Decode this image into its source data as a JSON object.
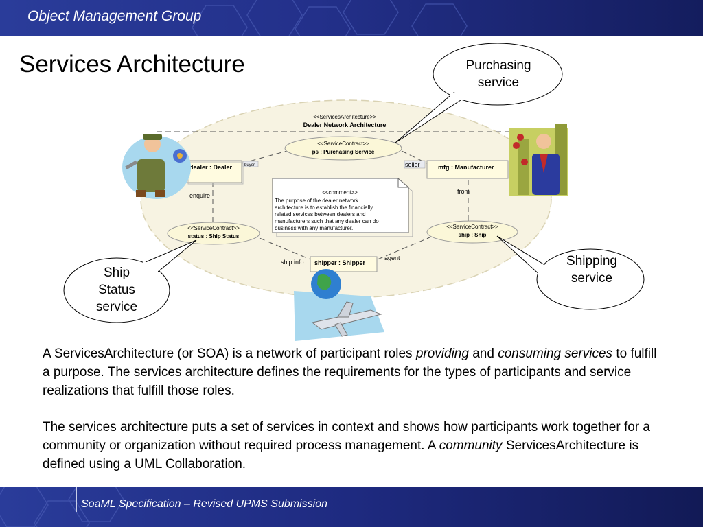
{
  "header": {
    "org": "Object Management Group"
  },
  "title": "Services Architecture",
  "callouts": {
    "purchasing": "Purchasing service",
    "shipping": "Shipping service",
    "ship_status": "Ship Status service"
  },
  "diagram": {
    "architecture_stereotype": "<<ServicesArchitecture>>",
    "architecture_name": "Dealer Network Architecture",
    "contract_stereotype": "<<ServiceContract>>",
    "contracts": {
      "purchasing": "ps : Purchasing Service",
      "status": "status : Ship Status",
      "ship": "ship : Ship"
    },
    "participants": {
      "dealer": "dealer : Dealer",
      "manufacturer": "mfg : Manufacturer",
      "shipper": "shipper : Shipper"
    },
    "roles": {
      "buyer": "buyer",
      "seller": "seller",
      "enquire": "enquire",
      "from": "from",
      "ship_info": "ship info",
      "agent": "agent"
    },
    "comment": {
      "stereotype": "<<comment>>",
      "lines": [
        "The purpose of the dealer network",
        "architecture is to establish the financially",
        "related services between dealers and",
        "manufacturers such that any dealer can do",
        "business with any manufacturer."
      ]
    }
  },
  "body": {
    "p1_a": "A ServicesArchitecture (or SOA) is a network of participant roles ",
    "p1_b": "providing",
    "p1_c": " and ",
    "p1_d": "consuming services",
    "p1_e": " to fulfill a purpose.  The services architecture defines the requirements for the types of participants and service realizations that fulfill those roles.",
    "p2_a": "The services architecture puts a set of services in context and shows how participants work together for a community or organization without required process management.  A ",
    "p2_b": "community",
    "p2_c": " ServicesArchitecture is defined using a UML Collaboration."
  },
  "footer": {
    "spec": "SoaML Specification – Revised UPMS Submission"
  },
  "colors": {
    "header": "#23308a",
    "ellipse_fill": "#f7f3e2",
    "contract_fill": "#fbf7d8"
  }
}
